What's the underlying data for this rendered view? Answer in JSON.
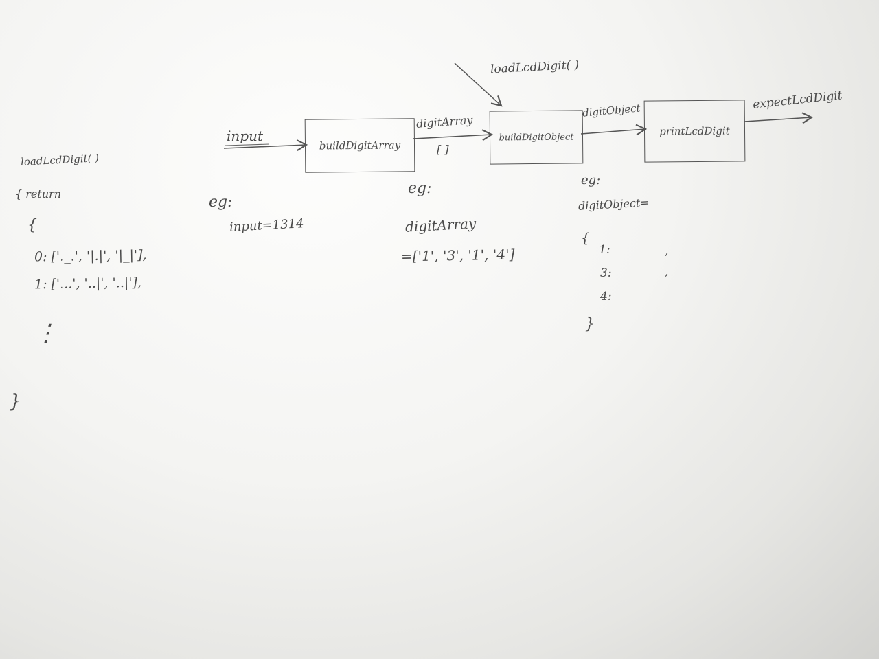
{
  "diagram": {
    "loader": {
      "top_label": "loadLcdDigit( )",
      "left_label": "loadLcdDigit( )",
      "return_open": "{ return",
      "brace_open": "{",
      "row0": "0: ['._.', '|.|', '|_|'],",
      "row1": "1: ['...', '..|', '..|'],",
      "ellipsis": "⋮",
      "brace_close": "}"
    },
    "pipeline": {
      "input_label": "input",
      "box1": "buildDigitArray",
      "edge1_label": "digitArray",
      "edge1_sub": "[ ]",
      "box2": "buildDigitObject",
      "edge2_label": "digitObject",
      "box3": "printLcdDigit",
      "output_label": "expectLcdDigit"
    },
    "example1": {
      "eg": "eg:",
      "text": "input=1314"
    },
    "example2": {
      "eg": "eg:",
      "name": "digitArray",
      "value": "=['1', '3', '1', '4']"
    },
    "example3": {
      "eg": "eg:",
      "name": "digitObject=",
      "brace_open": "{",
      "key1": "1:",
      "key2": "3:",
      "key3": "4:",
      "sep1": ",",
      "sep2": ",",
      "brace_close": "}"
    }
  }
}
